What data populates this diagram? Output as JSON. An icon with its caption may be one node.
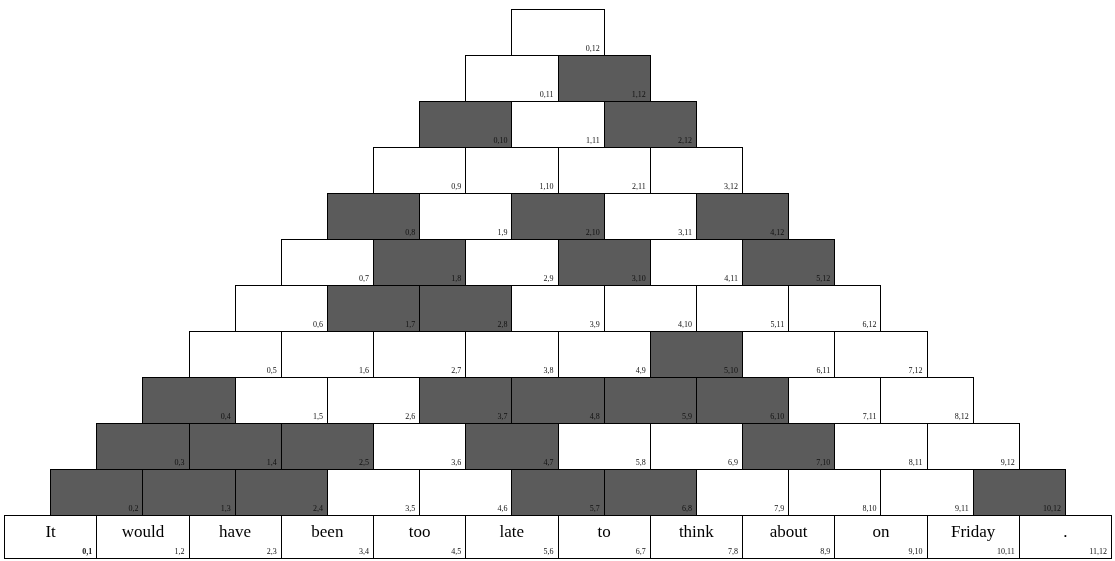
{
  "diagram": {
    "nodes": [
      {
        "text": [
          "0,12"
        ]
      },
      {
        "text": [
          "0,11"
        ]
      },
      {
        "text": [
          "1,12"
        ]
      },
      {
        "text": [
          "0,10"
        ]
      },
      {
        "text": [
          "1,11"
        ]
      },
      {
        "text": [
          "2,12"
        ]
      },
      {
        "text": [
          "0,9"
        ]
      },
      {
        "text": [
          "1,10"
        ]
      },
      {
        "text": [
          "2,11"
        ]
      },
      {
        "text": [
          "3,12"
        ]
      },
      {
        "text": [
          "0,8"
        ]
      },
      {
        "text": [
          "1,9"
        ]
      },
      {
        "text": [
          "2,10"
        ]
      },
      {
        "text": [
          "3,11"
        ]
      },
      {
        "text": [
          "4,12"
        ]
      },
      {
        "text": [
          "0,7"
        ]
      },
      {
        "text": [
          "1,8"
        ]
      },
      {
        "text": [
          "2,9"
        ]
      },
      {
        "text": [
          "3,10"
        ]
      },
      {
        "text": [
          "4,11"
        ]
      },
      {
        "text": [
          "5,12"
        ]
      },
      {
        "text": [
          "0,6"
        ]
      },
      {
        "text": [
          "1,7"
        ]
      },
      {
        "text": [
          "2,8"
        ]
      },
      {
        "text": [
          "3,9"
        ]
      },
      {
        "text": [
          "4,10"
        ]
      },
      {
        "text": [
          "5,11"
        ]
      },
      {
        "text": [
          "6,12"
        ]
      },
      {
        "text": [
          "0,5"
        ]
      },
      {
        "text": [
          "1,6"
        ]
      },
      {
        "text": [
          "2,7"
        ]
      },
      {
        "text": [
          "3,8"
        ]
      },
      {
        "text": [
          "4,9"
        ]
      },
      {
        "text": [
          "5,10"
        ]
      },
      {
        "text": [
          "6,11"
        ]
      },
      {
        "text": [
          "7,12"
        ]
      },
      {
        "text": [
          "0,4"
        ]
      },
      {
        "text": [
          "1,5"
        ]
      },
      {
        "text": [
          "2,6"
        ]
      },
      {
        "text": [
          "3,7"
        ]
      },
      {
        "text": [
          "4,8"
        ]
      },
      {
        "text": [
          "5,9"
        ]
      },
      {
        "text": [
          "6,10"
        ]
      },
      {
        "text": [
          "7,11"
        ]
      },
      {
        "text": [
          "8,12"
        ]
      },
      {
        "text": [
          "0,3"
        ]
      },
      {
        "text": [
          "1,4"
        ]
      },
      {
        "text": [
          "2,5"
        ]
      },
      {
        "text": [
          "3,6"
        ]
      },
      {
        "text": [
          "4,7"
        ]
      },
      {
        "text": [
          "5,8"
        ]
      },
      {
        "text": [
          "6,9"
        ]
      },
      {
        "text": [
          "7,10"
        ]
      },
      {
        "text": [
          "8,11"
        ]
      },
      {
        "text": [
          "9,12"
        ]
      },
      {
        "text": [
          "0,2"
        ]
      },
      {
        "text": [
          "1,3"
        ]
      },
      {
        "text": [
          "2,4"
        ]
      },
      {
        "text": [
          "3,5"
        ]
      },
      {
        "text": [
          "4,6"
        ]
      },
      {
        "text": [
          "5,7"
        ]
      },
      {
        "text": [
          "6,8"
        ]
      },
      {
        "text": [
          "7,9"
        ]
      },
      {
        "text": [
          "8,10"
        ]
      },
      {
        "text": [
          "9,11"
        ]
      },
      {
        "text": [
          "10,12"
        ]
      },
      {
        "text": [
          "It",
          "0,1"
        ]
      },
      {
        "text": [
          "would",
          "1,2"
        ]
      },
      {
        "text": [
          "have",
          "2,3"
        ]
      },
      {
        "text": [
          "been",
          "3,4"
        ]
      },
      {
        "text": [
          "too",
          "4,5"
        ]
      },
      {
        "text": [
          "late",
          "5,6"
        ]
      },
      {
        "text": [
          "to",
          "6,7"
        ]
      },
      {
        "text": [
          "think",
          "7,8"
        ]
      },
      {
        "text": [
          "about",
          "8,9"
        ]
      },
      {
        "text": [
          "on",
          "9,10"
        ]
      },
      {
        "text": [
          "Friday",
          "10,11"
        ]
      },
      {
        "text": [
          ".",
          "11,12"
        ]
      }
    ]
  }
}
